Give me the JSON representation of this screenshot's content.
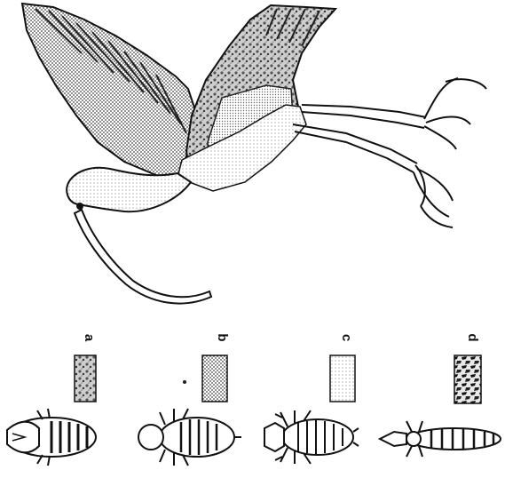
{
  "figure": {
    "rotation_deg": 90,
    "panels": [
      {
        "id": "a",
        "label": "a",
        "swatch_pattern": "mottled-dark",
        "swatch_color": "#9a9a9a",
        "insect": "broad-louse"
      },
      {
        "id": "b",
        "label": "b",
        "swatch_pattern": "fine-dots",
        "swatch_color": "#a8a8a8",
        "insect": "round-louse"
      },
      {
        "id": "c",
        "label": "c",
        "swatch_pattern": "light-stipple",
        "swatch_color": "#c4c4c4",
        "insect": "spiny-louse"
      },
      {
        "id": "d",
        "label": "d",
        "swatch_pattern": "dark-blotched",
        "swatch_color": "#5a5a5a",
        "insect": "slender-louse"
      }
    ],
    "bird": {
      "name": "ibis",
      "region_colors": {
        "wing_far": "#d9d9d9",
        "wing_near": "#cfcfcf",
        "back": "#8a8a8a",
        "head_neck": "#d6d6d6",
        "body": "#c9c9c9",
        "bill": "#ffffff"
      }
    }
  }
}
